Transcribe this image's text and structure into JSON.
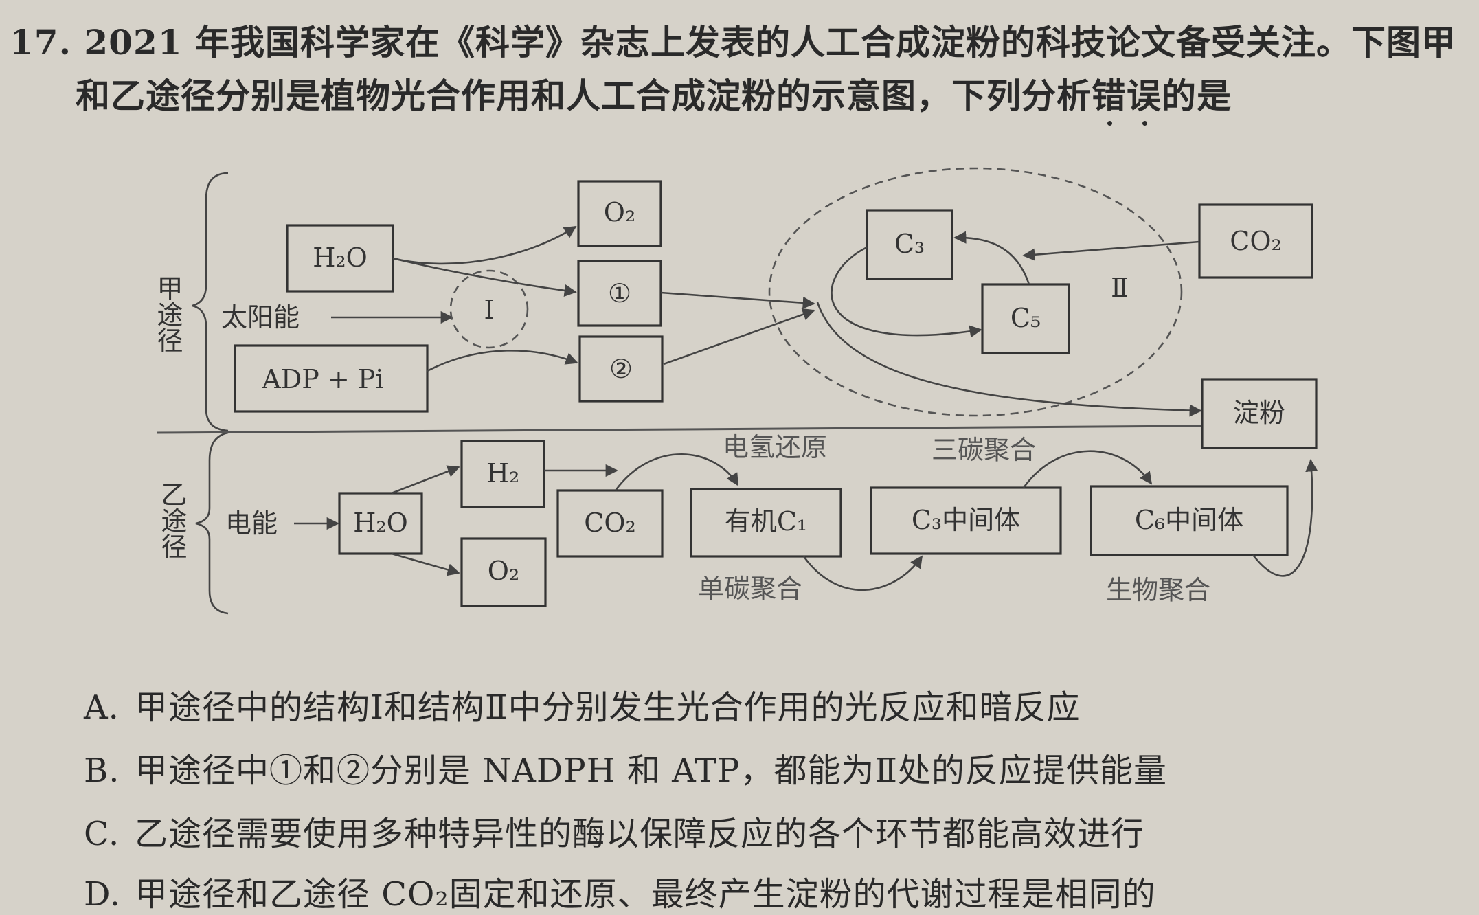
{
  "question": {
    "line1": "17. 2021 年我国科学家在《科学》杂志上发表的人工合成淀粉的科技论文备受关注。下图甲",
    "line2_pre": "和乙途径分别是植物光合作用和人工合成淀粉的示意图，下列分析",
    "line2_emph1": "错",
    "line2_emph2": "误",
    "line2_post": "的是"
  },
  "diagram": {
    "pathway_a": {
      "label": "甲途径",
      "inputs": [
        "H₂O",
        "太阳能",
        "ADP + Pi"
      ],
      "structure_I": "Ⅰ",
      "outputs": [
        "O₂",
        "①",
        "②"
      ],
      "cycle_label": "Ⅱ",
      "cycle_nodes": [
        "C₃",
        "C₅"
      ],
      "co2": "CO₂",
      "product": "淀粉"
    },
    "pathway_b": {
      "label": "乙途径",
      "energy": "电能",
      "water": "H₂O",
      "h2": "H₂",
      "o2": "O₂",
      "co2": "CO₂",
      "organic_c1": "有机C₁",
      "c3_intermediate": "C₃中间体",
      "c6_intermediate": "C₆中间体",
      "step_labels": [
        "电氢还原",
        "单碳聚合",
        "三碳聚合",
        "生物聚合"
      ]
    }
  },
  "options": [
    {
      "key": "A.",
      "text": "甲途径中的结构Ⅰ和结构Ⅱ中分别发生光合作用的光反应和暗反应"
    },
    {
      "key": "B.",
      "text": "甲途径中①和②分别是 NADPH 和 ATP，都能为Ⅱ处的反应提供能量"
    },
    {
      "key": "C.",
      "text": "乙途径需要使用多种特异性的酶以保障反应的各个环节都能高效进行"
    },
    {
      "key": "D.",
      "text": "甲途径和乙途径 CO₂固定和还原、最终产生淀粉的代谢过程是相同的"
    }
  ]
}
